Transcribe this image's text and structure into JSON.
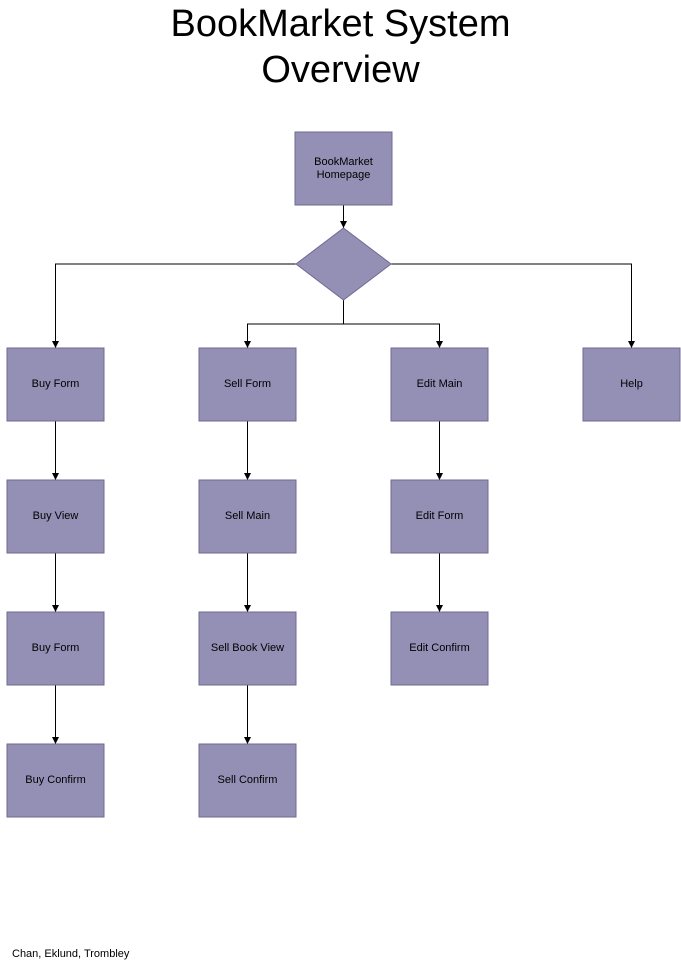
{
  "title": {
    "line1": "BookMarket System",
    "line2": "Overview"
  },
  "colors": {
    "node_fill": "#948fb4",
    "node_stroke": "#6f6a92",
    "connector": "#000000"
  },
  "nodes": {
    "homepage": {
      "line1": "BookMarket",
      "line2": "Homepage"
    },
    "buy_form": "Buy Form",
    "buy_view": "Buy View",
    "buy_form_2": "Buy Form",
    "buy_confirm": "Buy Confirm",
    "sell_form": "Sell Form",
    "sell_main": "Sell Main",
    "sell_book_view": "Sell Book View",
    "sell_confirm": "Sell Confirm",
    "edit_main": "Edit Main",
    "edit_form": "Edit Form",
    "edit_confirm": "Edit Confirm",
    "help": "Help"
  },
  "footer": {
    "authors": "Chan, Eklund, Trombley"
  }
}
